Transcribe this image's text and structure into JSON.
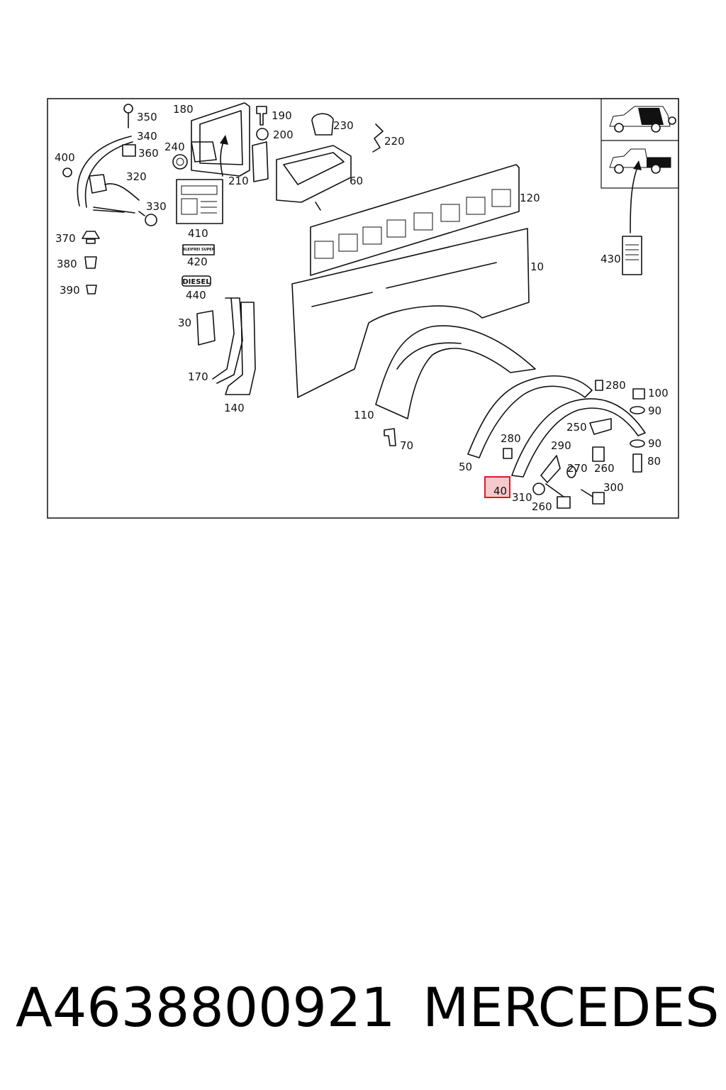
{
  "diagram": {
    "callouts": [
      "350",
      "340",
      "360",
      "400",
      "320",
      "330",
      "370",
      "380",
      "390",
      "180",
      "240",
      "190",
      "200",
      "210",
      "230",
      "220",
      "60",
      "410",
      "420",
      "440",
      "120",
      "10",
      "30",
      "170",
      "140",
      "110",
      "70",
      "280",
      "100",
      "90",
      "250",
      "90",
      "290",
      "270",
      "260",
      "80",
      "50",
      "300",
      "310",
      "260",
      "40",
      "430"
    ],
    "highlighted_callout": "40",
    "stickers": {
      "diesel": "DIESEL",
      "fuel": "BLEIFREI SUPER"
    }
  },
  "caption": {
    "part_number": "A4638800921",
    "brand": "MERCEDES"
  },
  "colors": {
    "highlight_stroke": "#e0192b",
    "highlight_fill": "#f6c9cc",
    "line": "#111111"
  }
}
